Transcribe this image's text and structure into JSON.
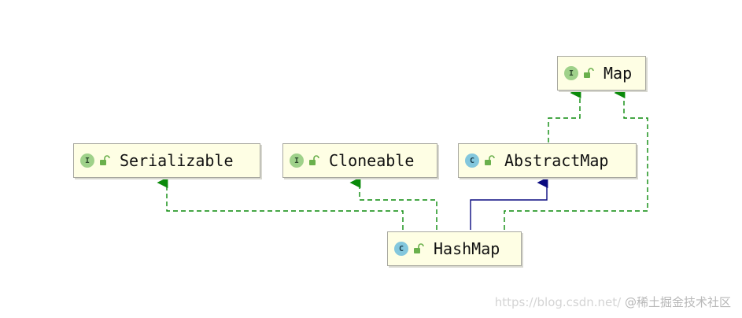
{
  "nodes": {
    "map": {
      "label": "Map",
      "kind": "I"
    },
    "serializable": {
      "label": "Serializable",
      "kind": "I"
    },
    "cloneable": {
      "label": "Cloneable",
      "kind": "I"
    },
    "abstractmap": {
      "label": "AbstractMap",
      "kind": "C"
    },
    "hashmap": {
      "label": "HashMap",
      "kind": "C"
    }
  },
  "edges": [
    {
      "from": "HashMap",
      "to": "Serializable",
      "type": "implements"
    },
    {
      "from": "HashMap",
      "to": "Cloneable",
      "type": "implements"
    },
    {
      "from": "HashMap",
      "to": "AbstractMap",
      "type": "extends"
    },
    {
      "from": "HashMap",
      "to": "Map",
      "type": "implements"
    },
    {
      "from": "AbstractMap",
      "to": "Map",
      "type": "implements"
    }
  ],
  "colors": {
    "implements_arrow": "#0a8a0a",
    "extends_arrow": "#0a0a80",
    "node_fill": "#fefee4"
  },
  "watermark": {
    "url": "https://blog.csdn.net/",
    "brand": "@稀土掘金技术社区"
  }
}
